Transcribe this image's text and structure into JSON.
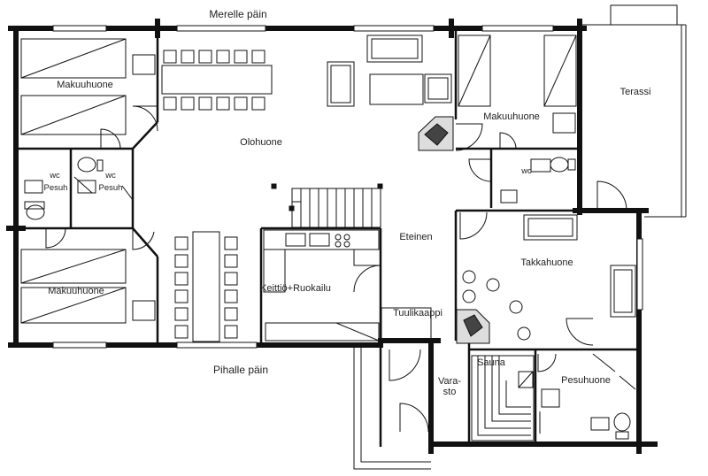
{
  "directions": {
    "north": "Merelle päin",
    "south": "Pihalle päin"
  },
  "rooms": {
    "makuuhuone_top_left": "Makuuhuone",
    "makuuhuone_bottom_left": "Makuuhuone",
    "makuuhuone_top_right": "Makuuhuone",
    "wc_left_1": "wc",
    "pesuh_left_1": "Pesuh",
    "wc_left_2": "wc",
    "pesuh_left_2": "Pesuh",
    "olohuone": "Olohuone",
    "terassi": "Terassi",
    "wc_right": "wc",
    "eteinen": "Eteinen",
    "takkahuone": "Takkahuone",
    "keittio": "Keittiö+Ruokailu",
    "tuulikaappi": "Tuulikaappi",
    "varasto_line1": "Vara-",
    "varasto_line2": "sto",
    "sauna": "Sauna",
    "pesuhuone": "Pesuhuone"
  }
}
